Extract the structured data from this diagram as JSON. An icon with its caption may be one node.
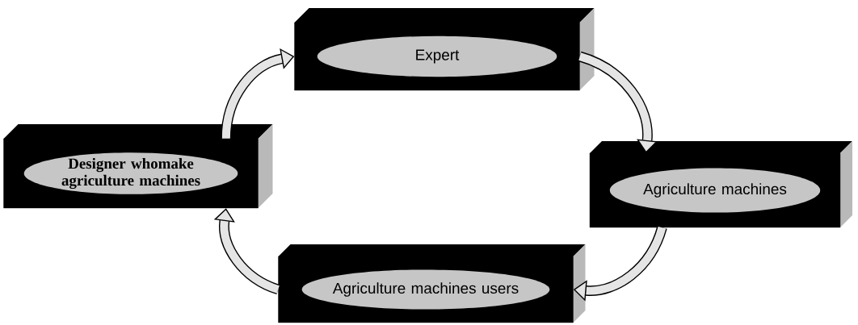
{
  "diagram": {
    "nodes": [
      {
        "text": [
          "Designer whomake agriculture machines"
        ]
      },
      {
        "text": [
          "Expert"
        ]
      },
      {
        "text": [
          "Agriculture machines"
        ]
      },
      {
        "text": [
          "Agriculture machines users"
        ]
      }
    ],
    "edges": [
      {
        "from": 0,
        "to": 1,
        "arrow": "to"
      },
      {
        "from": 1,
        "to": 2,
        "arrow": "to"
      },
      {
        "from": 2,
        "to": 3,
        "arrow": "to"
      },
      {
        "from": 3,
        "to": 0,
        "arrow": "to"
      }
    ]
  }
}
